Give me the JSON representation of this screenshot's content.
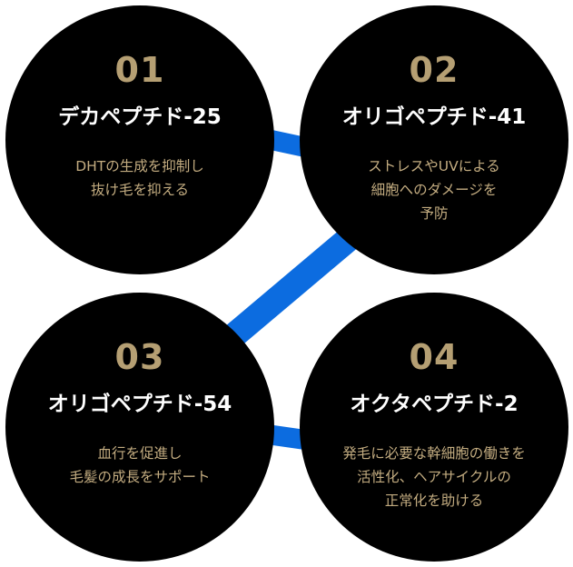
{
  "colors": {
    "circle_bg": "#000000",
    "number_gold": "#b59f73",
    "title_white": "#ffffff",
    "desc_gold": "#c3ac80",
    "connector_blue": "#0c6ce0"
  },
  "items": [
    {
      "number": "01",
      "title": "デカペプチド-25",
      "desc": [
        "DHTの生成を抑制し",
        "抜け毛を抑える"
      ]
    },
    {
      "number": "02",
      "title": "オリゴペプチド-41",
      "desc": [
        "ストレスやUVによる",
        "細胞へのダメージを",
        "予防"
      ]
    },
    {
      "number": "03",
      "title": "オリゴペプチド-54",
      "desc": [
        "血行を促進し",
        "毛髪の成長をサポート"
      ]
    },
    {
      "number": "04",
      "title": "オクタペプチド-2",
      "desc": [
        "発毛に必要な幹細胞の働きを",
        "活性化、ヘアサイクルの",
        "正常化を助ける"
      ]
    }
  ]
}
